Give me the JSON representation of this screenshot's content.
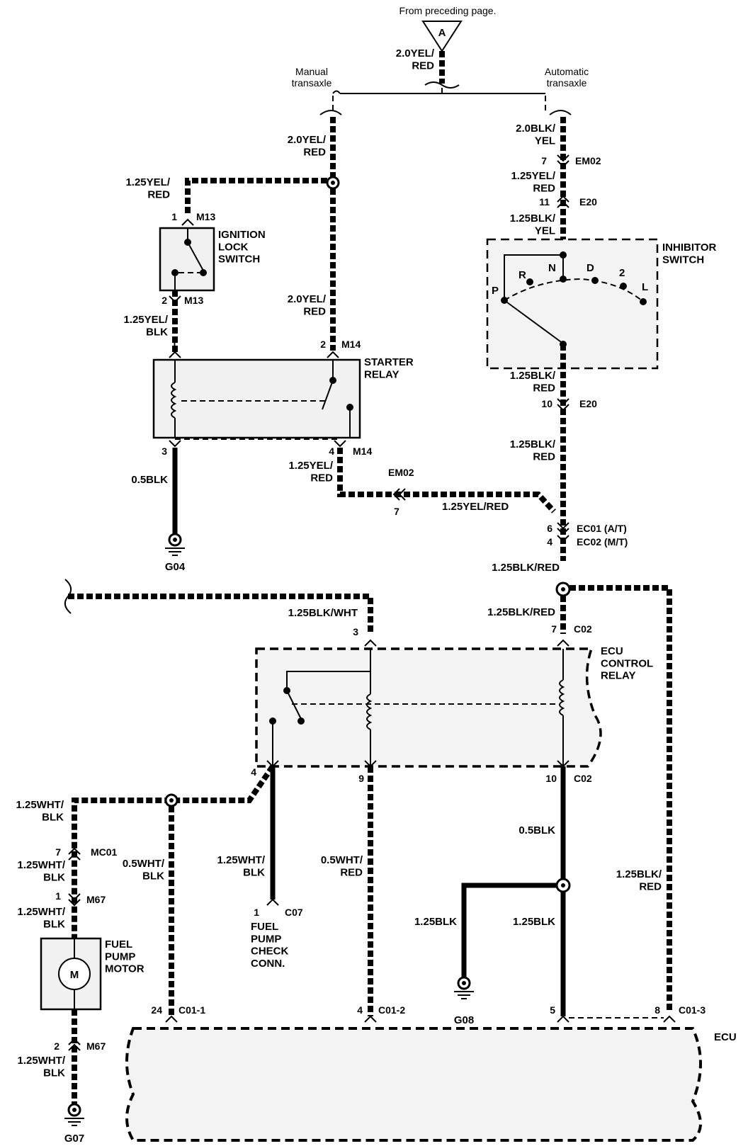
{
  "header": {
    "from_page": "From preceding page.",
    "connector_ref": "A"
  },
  "branch": {
    "manual": "Manual\ntransaxle",
    "automatic": "Automatic\ntransaxle"
  },
  "wires": {
    "top": "2.0YEL/\nRED",
    "manual_a": "2.0YEL/\nRED",
    "manual_b": "2.0YEL/\nRED",
    "auto_top": "2.0BLK/\nYEL",
    "auto_mid": "1.25YEL/\nRED",
    "auto_inh": "1.25BLK/\nYEL",
    "inh_out": "1.25BLK/\nRED",
    "inh_out2": "1.25BLK/\nRED",
    "ign_in": "1.25YEL/\nRED",
    "ign_out": "1.25YEL/\nBLK",
    "starter_gnd": "0.5BLK",
    "starter_out": "1.25YEL/\nRED",
    "em02_run": "1.25YEL/RED",
    "ec_out": "1.25BLK/RED",
    "relay_feed": "1.25BLK/RED",
    "blk_wht": "1.25BLK/WHT",
    "wht_blk_main": "1.25WHT/\nBLK",
    "pump_a": "1.25WHT/\nBLK",
    "pump_b": "1.25WHT/\nBLK",
    "pump_gnd": "1.25WHT/\nBLK",
    "c01_1": "0.5WHT/\nBLK",
    "check_conn": "1.25WHT/\nBLK",
    "c01_2": "0.5WHT/\nRED",
    "relay_gnd": "0.5BLK",
    "g08_left": "1.25BLK",
    "g08_right": "1.25BLK",
    "ecu_right": "1.25BLK/\nRED"
  },
  "connectors": {
    "m13_top": {
      "pin": "1",
      "id": "M13"
    },
    "m13_bot": {
      "pin": "2",
      "id": "M13"
    },
    "m14_in": {
      "pin": "2",
      "id": "M14"
    },
    "m14_out": {
      "pin": "4",
      "id": "M14"
    },
    "starter_in": {
      "pin": "1"
    },
    "starter_gnd": {
      "pin": "3"
    },
    "em02_top": {
      "pin": "7",
      "id": "EM02"
    },
    "e20_top": {
      "pin": "11",
      "id": "E20"
    },
    "e20_bot": {
      "pin": "10",
      "id": "E20"
    },
    "em02_mid": {
      "pin": "7",
      "id": "EM02"
    },
    "ec01": {
      "pin": "6",
      "id": "EC01 (A/T)"
    },
    "ec02": {
      "pin": "4",
      "id": "EC02 (M/T)"
    },
    "c02_top": {
      "pin": "7",
      "id": "C02"
    },
    "c02_bot": {
      "pin": "10",
      "id": "C02"
    },
    "relay_p3": {
      "pin": "3"
    },
    "relay_p4": {
      "pin": "4"
    },
    "relay_p9": {
      "pin": "9"
    },
    "mc01": {
      "pin": "7",
      "id": "MC01"
    },
    "m67_top": {
      "pin": "1",
      "id": "M67"
    },
    "m67_bot": {
      "pin": "2",
      "id": "M67"
    },
    "c07": {
      "pin": "1",
      "id": "C07"
    },
    "c01_1": {
      "pin": "24",
      "id": "C01-1"
    },
    "c01_2": {
      "pin": "4",
      "id": "C01-2"
    },
    "c01_3": {
      "pin": "8",
      "id": "C01-3"
    },
    "ecu_p5": {
      "pin": "5"
    }
  },
  "components": {
    "ignition": "IGNITION\nLOCK\nSWITCH",
    "starter": "STARTER\nRELAY",
    "inhibitor": "INHIBITOR\nSWITCH",
    "ecu_relay": "ECU\nCONTROL\nRELAY",
    "pump": "FUEL\nPUMP\nMOTOR",
    "motor_symbol": "M",
    "check": "FUEL\nPUMP\nCHECK\nCONN.",
    "ecu": "ECU"
  },
  "inhibitor_positions": {
    "p": "P",
    "r": "R",
    "n": "N",
    "d": "D",
    "two": "2",
    "l": "L"
  },
  "grounds": {
    "g04": "G04",
    "g07": "G07",
    "g08": "G08"
  }
}
